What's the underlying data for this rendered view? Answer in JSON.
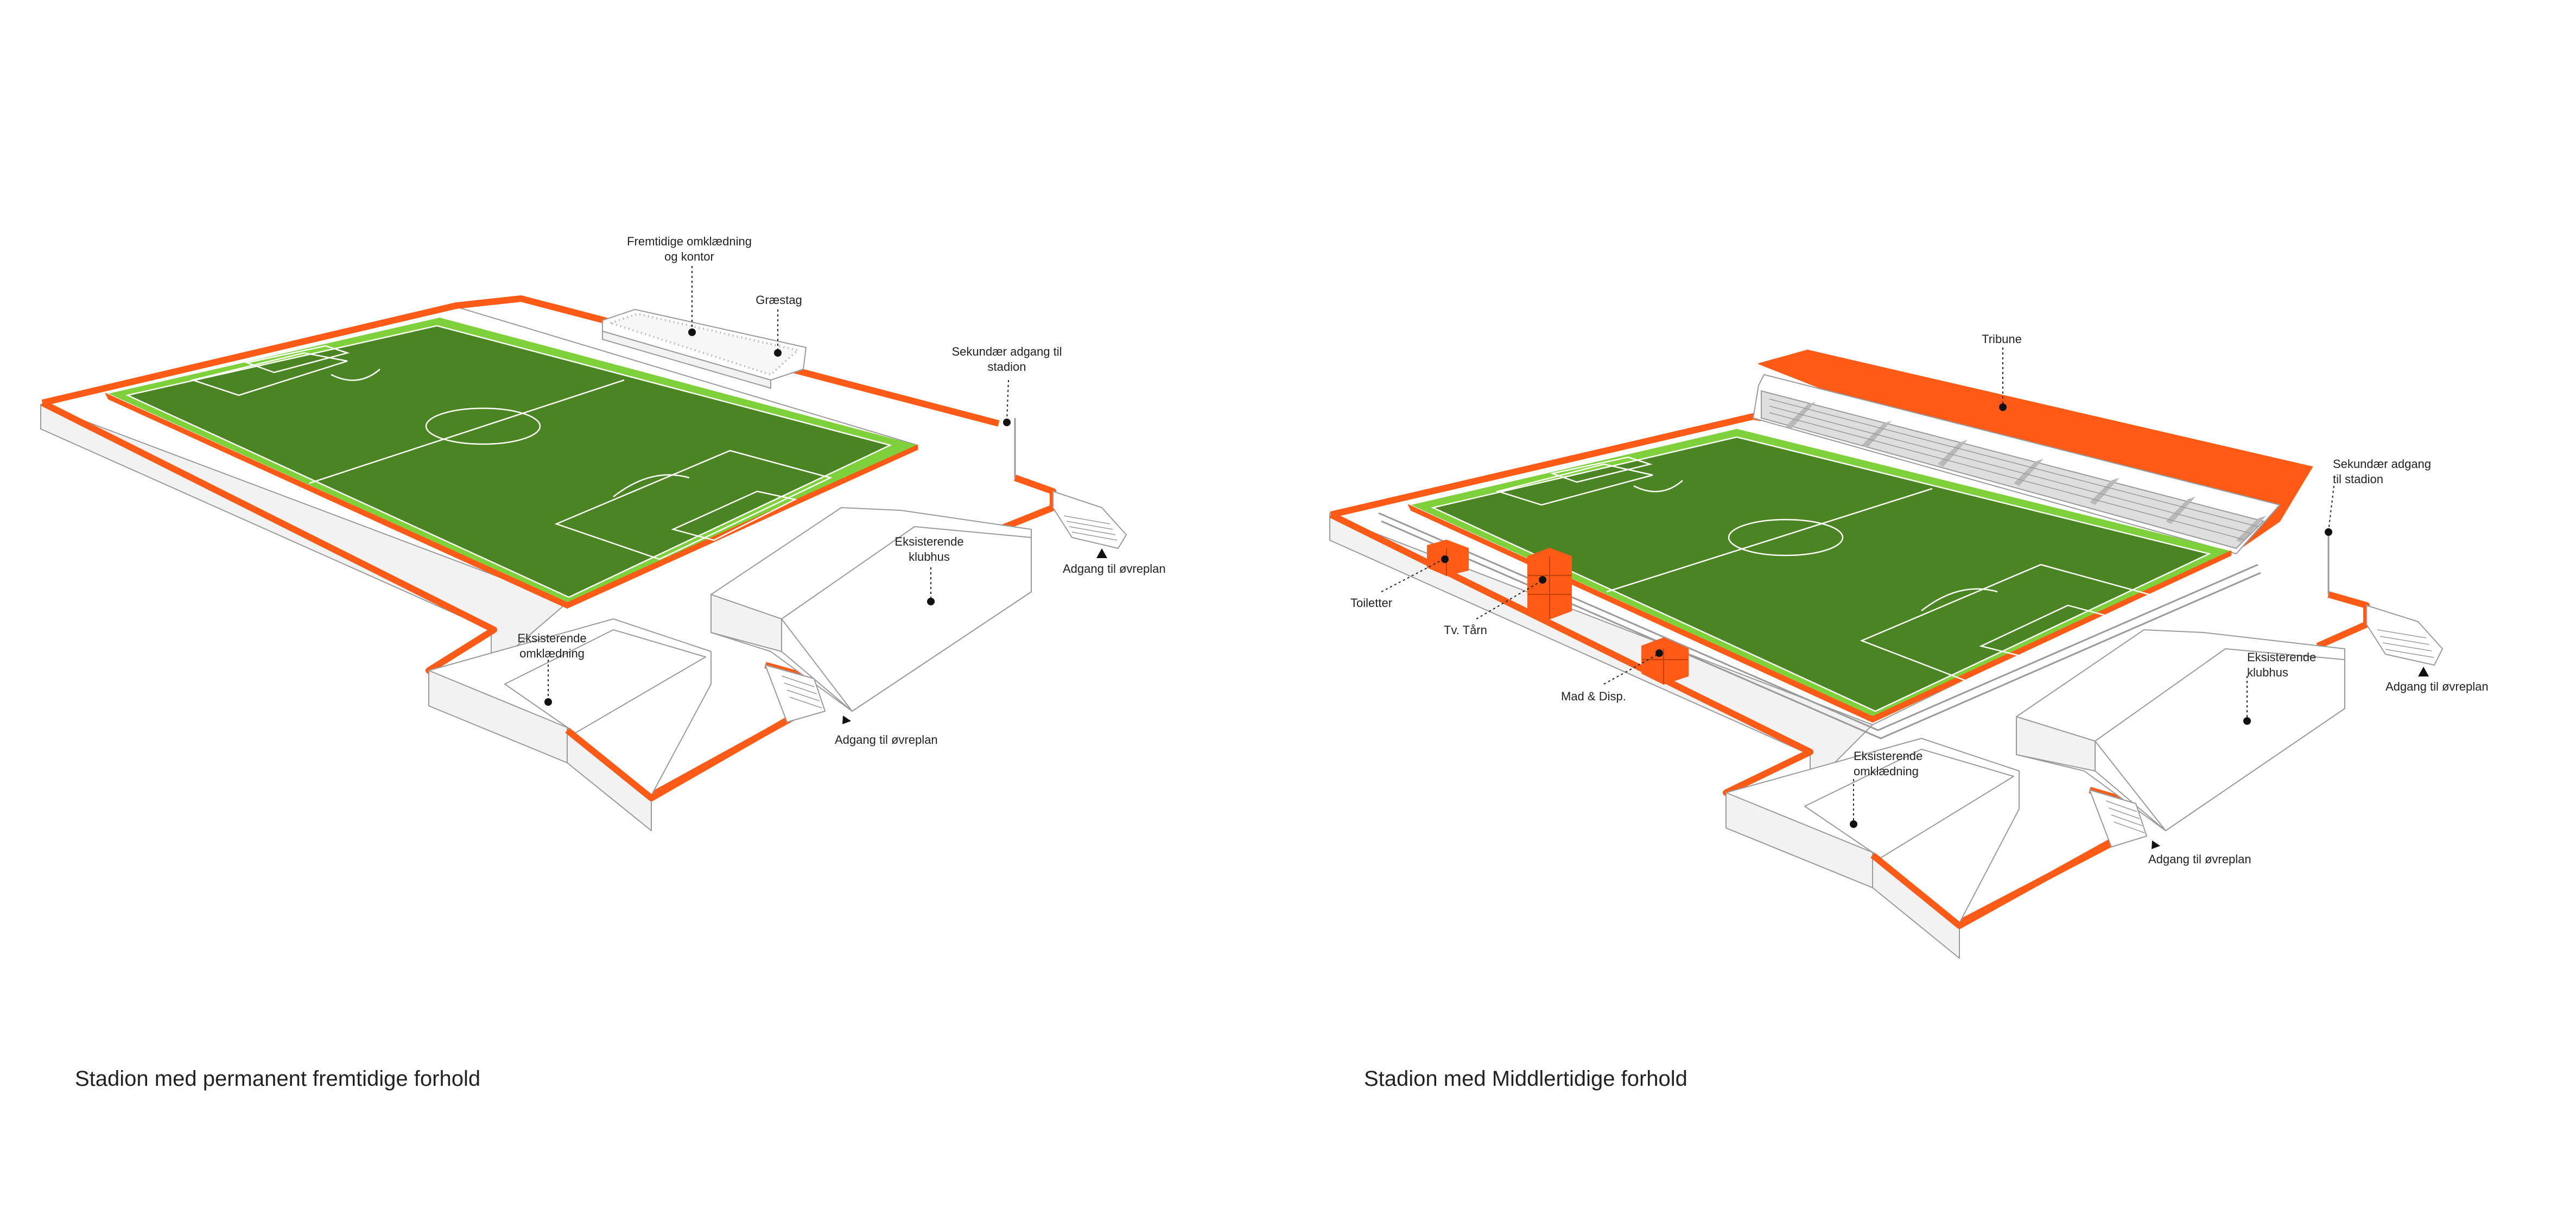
{
  "left_diagram": {
    "caption": "Stadion med permanent fremtidige forhold",
    "labels": {
      "future_changing": "Fremtidige omklædning",
      "future_changing_2": "og kontor",
      "grass_roof": "Græstag",
      "secondary_access": "Sekundær adgang til",
      "secondary_access_2": "stadion",
      "clubhouse": "Eksisterende",
      "clubhouse_2": "klubhus",
      "upper_access_right": "Adgang til øvreplan",
      "changing": "Eksisterende",
      "changing_2": "omklædning",
      "upper_access_bottom": "Adgang til øvreplan"
    }
  },
  "right_diagram": {
    "caption": "Stadion med Middlertidige forhold",
    "labels": {
      "tribune": "Tribune",
      "secondary_access": "Sekundær adgang",
      "secondary_access_2": "til stadion",
      "toilets": "Toiletter",
      "tv_tower": "Tv. Tårn",
      "food": "Mad & Disp.",
      "clubhouse": "Eksisterende",
      "clubhouse_2": "klubhus",
      "upper_access_right": "Adgang til øvreplan",
      "changing": "Eksisterende",
      "changing_2": "omklædning",
      "upper_access_bottom": "Adgang til øvreplan"
    }
  },
  "colors": {
    "accent_orange": "#ff5b17",
    "pitch_green": "#4b8523",
    "pitch_border": "#7ed13a",
    "outline_gray": "#9a9a9a"
  }
}
